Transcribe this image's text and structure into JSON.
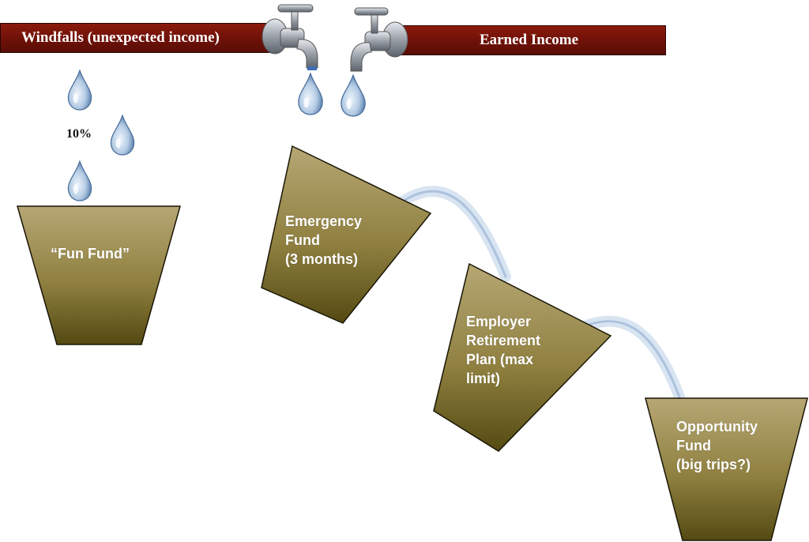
{
  "income": {
    "windfalls_label": "Windfalls (unexpected income)",
    "earned_label": "Earned Income",
    "windfall_percent": "10%"
  },
  "buckets": {
    "fun": [
      "“Fun Fund”"
    ],
    "emergency": [
      "Emergency",
      "Fund",
      "(3 months)"
    ],
    "retirement": [
      "Employer",
      "Retirement",
      "Plan (max",
      "limit)"
    ],
    "opportunity": [
      "Opportunity",
      "Fund",
      "(big trips?)"
    ]
  },
  "colors": {
    "pipe": "#6e1108",
    "bucket_top": "#b6a774",
    "bucket_bottom": "#544a12",
    "water": "#9fb7d6"
  },
  "icons": [
    "faucet-icon",
    "water-drop-icon",
    "water-stream"
  ]
}
